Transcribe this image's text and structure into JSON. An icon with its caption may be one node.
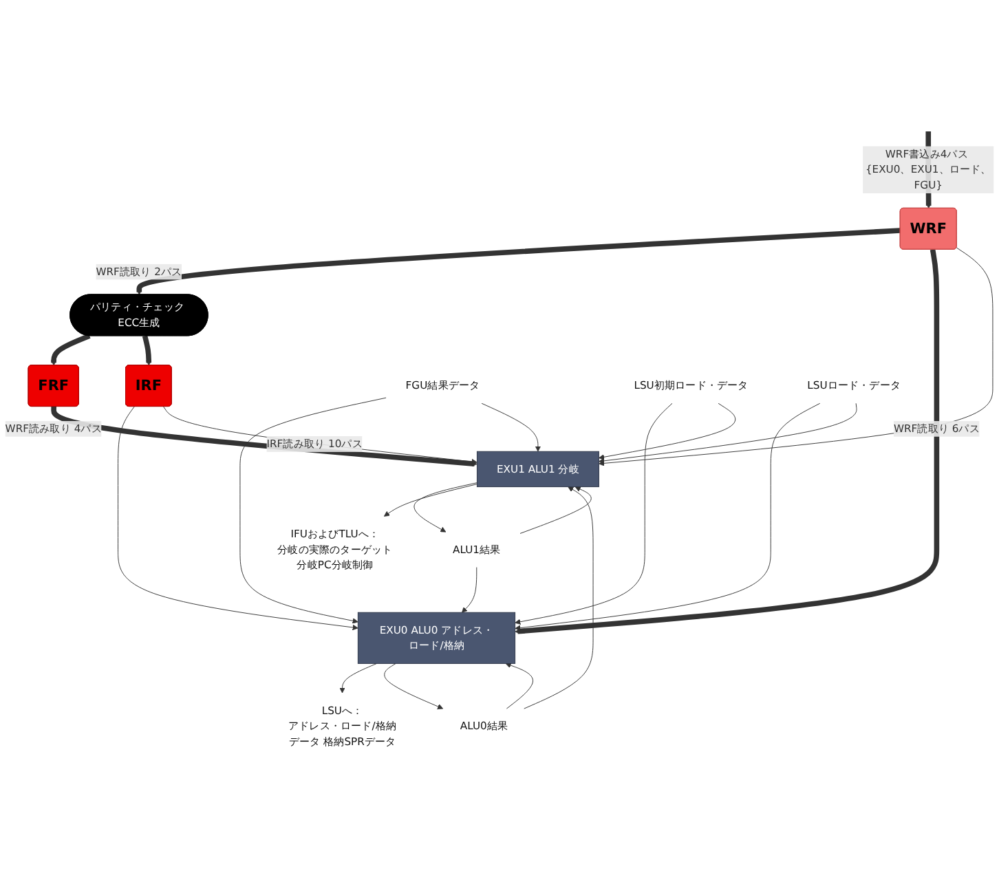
{
  "diagram": {
    "nodes": [
      {
        "text": [
          "WRF"
        ]
      },
      {
        "text": [
          "パリティ・チェック ECC生成"
        ]
      },
      {
        "text": [
          "FRF"
        ]
      },
      {
        "text": [
          "IRF"
        ]
      },
      {
        "text": [
          "EXU0 ALU0 アドレス・ロード/格納"
        ]
      },
      {
        "text": [
          "EXU1 ALU1 分岐"
        ]
      },
      {
        "text": [
          "LSUへ：",
          "アドレス・ロード/格納データ 格納SPRデータ"
        ]
      },
      {
        "text": [
          "ALU0結果"
        ]
      },
      {
        "text": [
          "ALU1結果"
        ]
      },
      {
        "text": [
          "IFUおよびTLUへ：",
          "分岐の実際のターゲット分岐PC分岐制御"
        ]
      },
      {
        "text": [
          "FGU結果データ"
        ]
      },
      {
        "text": [
          "LSU初期ロード・データ"
        ]
      },
      {
        "text": [
          "LSUロード・データ"
        ]
      }
    ],
    "edges": [
      {
        "from": null,
        "to": 0,
        "arrow": "to",
        "style": "thick",
        "label": "WRF書込み4パス {EXU0、EXU1、ロード、FGU}"
      },
      {
        "from": 0,
        "to": 1,
        "arrow": "to",
        "style": "thick",
        "label": "WRF読取り 2パス"
      },
      {
        "from": 1,
        "to": 2,
        "arrow": "to",
        "style": "thick"
      },
      {
        "from": 1,
        "to": 3,
        "arrow": "to",
        "style": "thick"
      },
      {
        "from": 0,
        "to": 4,
        "arrow": "to",
        "style": "thick",
        "label": "WRF読取り 6パス"
      },
      {
        "from": 0,
        "to": 5,
        "arrow": "to"
      },
      {
        "from": 2,
        "to": 5,
        "arrow": "to",
        "style": "thick",
        "label": "WRF読み取り 4パス"
      },
      {
        "from": 3,
        "to": 4,
        "arrow": "to"
      },
      {
        "from": 3,
        "to": 5,
        "arrow": "to",
        "label": "IRF読み取り 10パス"
      },
      {
        "from": 10,
        "to": 4,
        "arrow": "to"
      },
      {
        "from": 10,
        "to": 5,
        "arrow": "to"
      },
      {
        "from": 11,
        "to": 4,
        "arrow": "to"
      },
      {
        "from": 11,
        "to": 5,
        "arrow": "to"
      },
      {
        "from": 12,
        "to": 4,
        "arrow": "to"
      },
      {
        "from": 12,
        "to": 5,
        "arrow": "to"
      },
      {
        "from": 4,
        "to": 6,
        "arrow": "to"
      },
      {
        "from": 4,
        "to": 7,
        "arrow": "to"
      },
      {
        "from": 5,
        "to": 8,
        "arrow": "to"
      },
      {
        "from": 5,
        "to": 9,
        "arrow": "to"
      },
      {
        "from": 7,
        "to": 4,
        "arrow": "to"
      },
      {
        "from": 7,
        "to": 5,
        "arrow": "to"
      },
      {
        "from": 8,
        "to": 4,
        "arrow": "to"
      },
      {
        "from": 8,
        "to": 5,
        "arrow": "to"
      }
    ]
  }
}
